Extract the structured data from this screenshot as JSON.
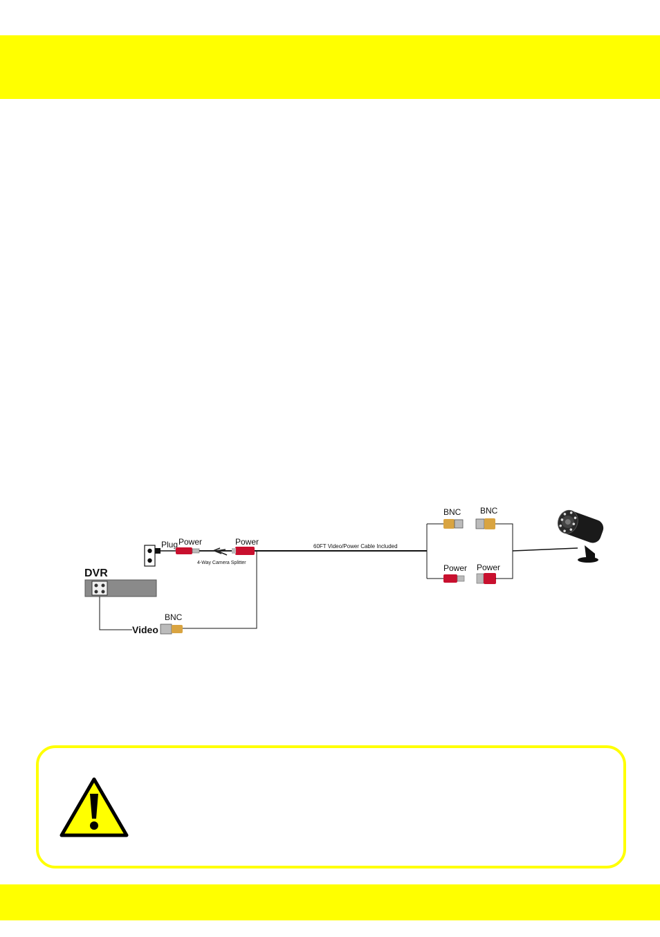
{
  "diagram": {
    "dvr_label": "DVR",
    "plug_label": "Plug",
    "power_left_1": "Power",
    "power_left_2": "Power",
    "splitter_label": "4-Way Camera Splitter",
    "video_label": "Video",
    "bnc_dvr_label": "BNC",
    "cable_label": "60FT Video/Power Cable Included",
    "bnc_right_1": "BNC",
    "bnc_right_2": "BNC",
    "power_right_1": "Power",
    "power_right_2": "Power"
  },
  "warning": {
    "icon": "caution-triangle-icon"
  },
  "colors": {
    "accent_yellow": "#ffff00",
    "connector_red": "#c8102e",
    "connector_orange": "#d9a441",
    "dvr_gray": "#8a8a8a"
  }
}
